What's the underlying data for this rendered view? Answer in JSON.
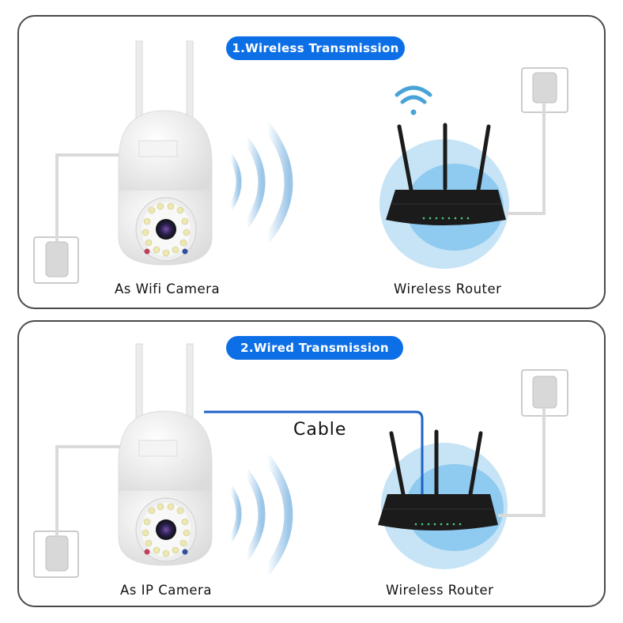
{
  "panels": [
    {
      "title": "1.Wireless Transmission",
      "device_label": "As Wifi Camera",
      "router_label": "Wireless Router",
      "mode": "wireless"
    },
    {
      "title": "2.Wired Transmission",
      "device_label": "As IP Camera",
      "router_label": "Wireless Router",
      "cable_label": "Cable",
      "mode": "wired"
    }
  ],
  "colors": {
    "accent": "#0d6fe6",
    "cable": "#1e62c8",
    "signal": "#a9cdea",
    "router_glow_outer": "#c6e4f6",
    "router_glow_inner": "#8fcaf0",
    "router_body": "#1b1b1b",
    "led": "#4bd08a"
  },
  "icons": [
    "wifi-icon",
    "signal-waves-icon",
    "camera-icon",
    "router-icon",
    "power-outlet-icon"
  ]
}
